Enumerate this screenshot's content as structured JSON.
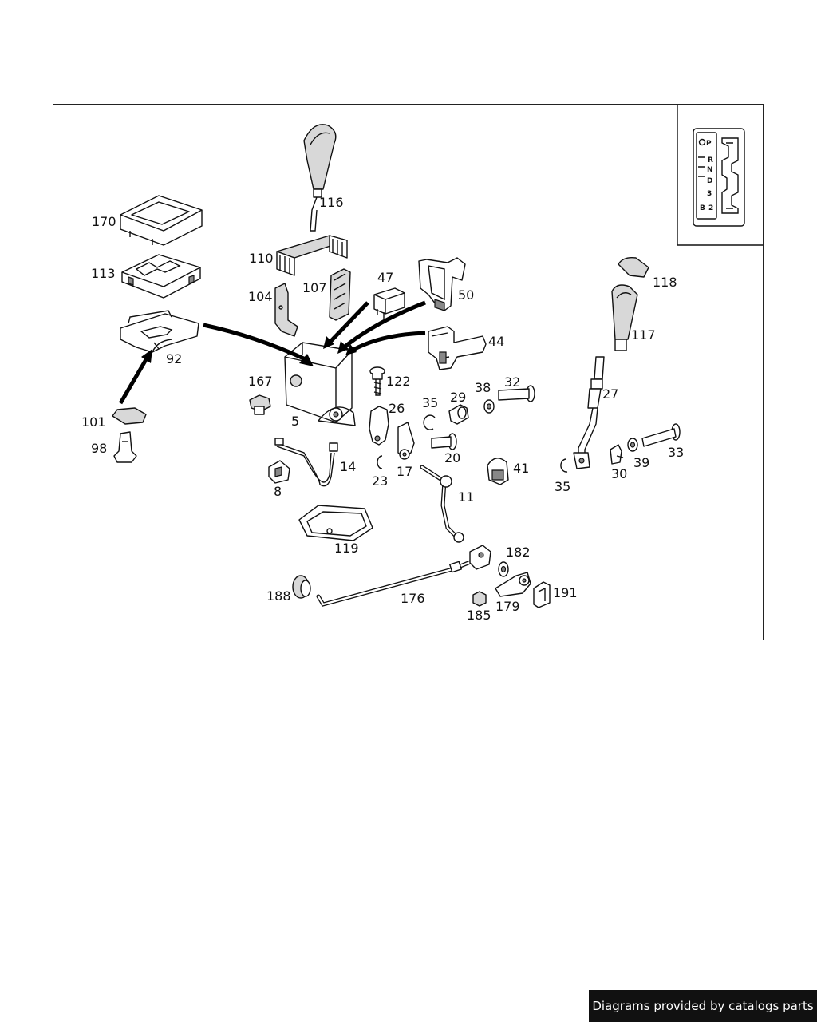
{
  "diagram": {
    "callouts": [
      {
        "id": "116",
        "text": "116"
      },
      {
        "id": "170",
        "text": "170"
      },
      {
        "id": "110",
        "text": "110"
      },
      {
        "id": "113",
        "text": "113"
      },
      {
        "id": "47",
        "text": "47"
      },
      {
        "id": "50",
        "text": "50"
      },
      {
        "id": "104",
        "text": "104"
      },
      {
        "id": "107",
        "text": "107"
      },
      {
        "id": "118",
        "text": "118"
      },
      {
        "id": "117",
        "text": "117"
      },
      {
        "id": "92",
        "text": "92"
      },
      {
        "id": "44",
        "text": "44"
      },
      {
        "id": "167",
        "text": "167"
      },
      {
        "id": "122",
        "text": "122"
      },
      {
        "id": "27",
        "text": "27"
      },
      {
        "id": "32",
        "text": "32"
      },
      {
        "id": "38",
        "text": "38"
      },
      {
        "id": "29",
        "text": "29"
      },
      {
        "id": "35a",
        "text": "35"
      },
      {
        "id": "26",
        "text": "26"
      },
      {
        "id": "5",
        "text": "5"
      },
      {
        "id": "101",
        "text": "101"
      },
      {
        "id": "98",
        "text": "98"
      },
      {
        "id": "20",
        "text": "20"
      },
      {
        "id": "33",
        "text": "33"
      },
      {
        "id": "39",
        "text": "39"
      },
      {
        "id": "14",
        "text": "14"
      },
      {
        "id": "41",
        "text": "41"
      },
      {
        "id": "17",
        "text": "17"
      },
      {
        "id": "30",
        "text": "30"
      },
      {
        "id": "23",
        "text": "23"
      },
      {
        "id": "35b",
        "text": "35"
      },
      {
        "id": "8",
        "text": "8"
      },
      {
        "id": "11",
        "text": "11"
      },
      {
        "id": "119",
        "text": "119"
      },
      {
        "id": "182",
        "text": "182"
      },
      {
        "id": "191",
        "text": "191"
      },
      {
        "id": "188",
        "text": "188"
      },
      {
        "id": "176",
        "text": "176"
      },
      {
        "id": "179",
        "text": "179"
      },
      {
        "id": "185",
        "text": "185"
      }
    ],
    "gate_inset": {
      "positions": [
        "P",
        "R",
        "N",
        "D",
        "3",
        "2"
      ],
      "prefix_left": "B"
    }
  },
  "footer": {
    "watermark": "Diagrams provided by catalogs parts"
  }
}
